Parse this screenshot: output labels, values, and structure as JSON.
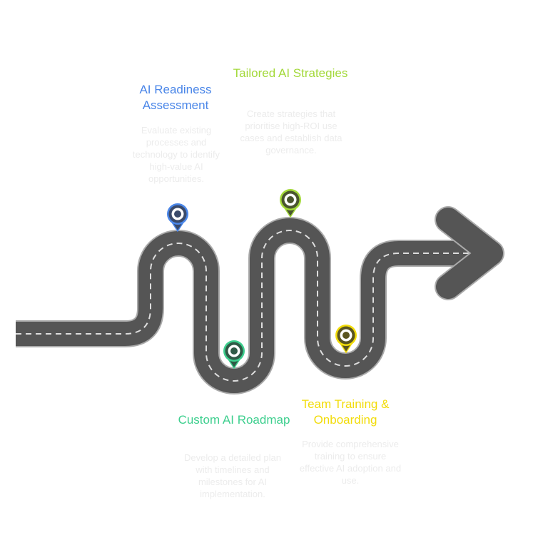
{
  "steps": [
    {
      "title": "AI Readiness Assessment",
      "desc": "Evaluate existing processes and technology to identify high-value AI opportunities.",
      "color": "#4a86e8",
      "dark": "#3a4a6a"
    },
    {
      "title": "Custom AI Roadmap",
      "desc": "Develop a detailed plan with timelines and milestones for AI implementation.",
      "color": "#3dcf8e",
      "dark": "#2f5a46"
    },
    {
      "title": "Tailored AI Strategies",
      "desc": "Create strategies that prioritise high-ROI use cases and establish data governance.",
      "color": "#a3d93a",
      "dark": "#4a5530"
    },
    {
      "title": "Team Training & Onboarding",
      "desc": "Provide comprehensive training to ensure effective AI adoption and use.",
      "color": "#f2dc0a",
      "dark": "#5a5520"
    }
  ],
  "road_color": "#555555"
}
